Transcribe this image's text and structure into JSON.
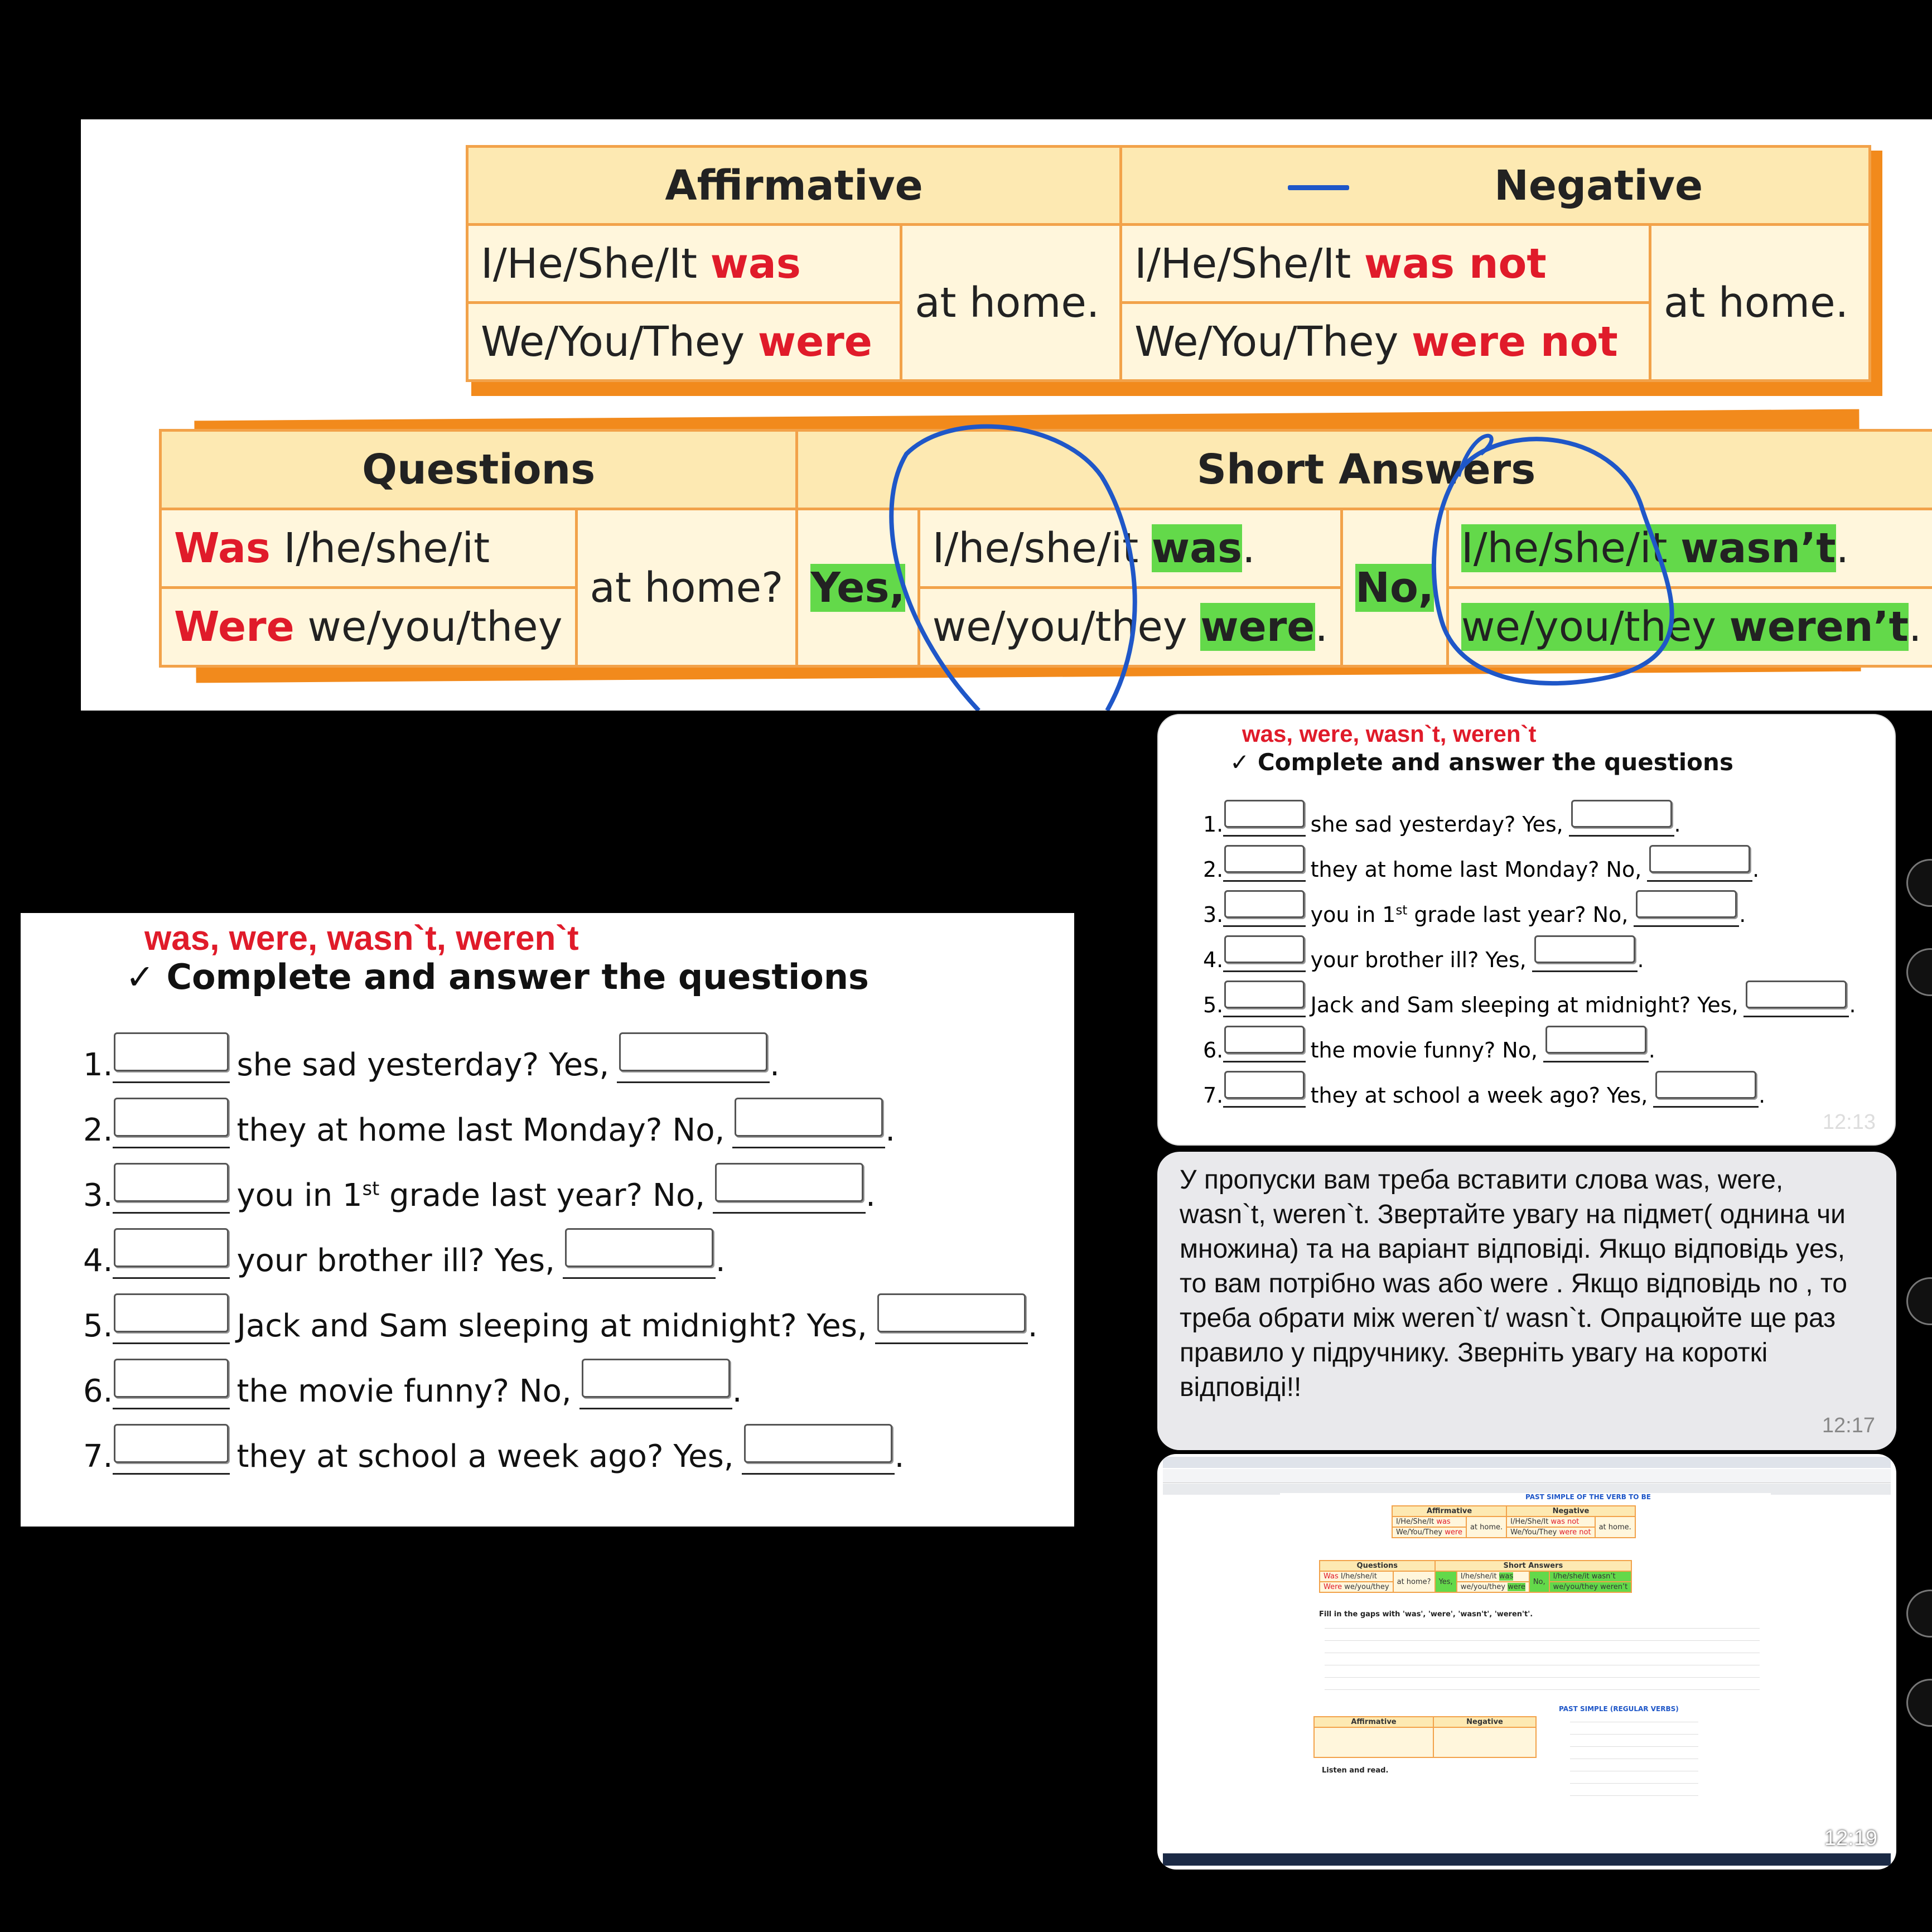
{
  "grammar": {
    "affirmative_header": "Affirmative",
    "negative_header": "Negative",
    "aff_row1_subject": "I/He/She/It",
    "aff_row1_verb": "was",
    "aff_row2_subject": "We/You/They",
    "aff_row2_verb": "were",
    "aff_place": "at home.",
    "neg_row1_subject": "I/He/She/It",
    "neg_row1_verb": "was not",
    "neg_row2_subject": "We/You/They",
    "neg_row2_verb": "were not",
    "neg_place": "at home.",
    "questions_header": "Questions",
    "short_answers_header": "Short Answers",
    "q_row1_verb": "Was",
    "q_row1_subject": "I/he/she/it",
    "q_row2_verb": "Were",
    "q_row2_subject": "we/you/they",
    "q_place": "at home?",
    "yes": "Yes,",
    "no": "No,",
    "sa_yes1_subject": "I/he/she/it",
    "sa_yes1_verb": "was",
    "sa_yes2_subject": "we/you/they",
    "sa_yes2_verb": "were",
    "sa_no1_subject": "I/he/she/it",
    "sa_no1_verb": "wasn’t",
    "sa_no2_subject": "we/you/they",
    "sa_no2_verb": "weren’t",
    "period": "."
  },
  "exercise": {
    "title": "was, were, wasn`t, weren`t",
    "subtitle": "✓ Complete and answer the questions",
    "items": [
      {
        "num": "1.",
        "text": "she sad yesterday? Yes,"
      },
      {
        "num": "2.",
        "text": "they at home last Monday? No,"
      },
      {
        "num": "3.",
        "text": "you in 1",
        "sup": "st",
        "text2": " grade last year? No,"
      },
      {
        "num": "4.",
        "text": "your brother ill? Yes,"
      },
      {
        "num": "5.",
        "text": "Jack and Sam sleeping at midnight? Yes,"
      },
      {
        "num": "6.",
        "text": "the movie funny? No,"
      },
      {
        "num": "7.",
        "text": "they at school a week ago? Yes,"
      }
    ],
    "end_punct": "."
  },
  "chat": {
    "msg1_time": "12:13",
    "msg2_text": "У пропуски вам треба  вставити слова was, were, wasn`t, weren`t. Звертайте увагу на підмет( однина чи множина) та на варіант відповіді. Якщо відповідь yes, то вам потрібно was або were  . Якщо відповідь no , то треба обрати між weren`t/ wasn`t.  Опрацюйте ще раз правило у підручнику. Зверніть увагу на короткі відповіді!!",
    "msg2_time": "12:17",
    "msg3_time": "12:19"
  },
  "mini_screenshot": {
    "section_title": "PAST SIMPLE OF THE VERB TO BE",
    "exercise1": "Fill in the gaps with 'was', 'were', 'wasn't', 'weren't'.",
    "section2_title": "PAST SIMPLE (REGULAR VERBS)",
    "listen": "Listen and read."
  },
  "colors": {
    "red": "#e01b2a",
    "table_border": "#f2a24a",
    "highlight_green": "#63d94a",
    "pen_blue": "#1f57c8"
  }
}
